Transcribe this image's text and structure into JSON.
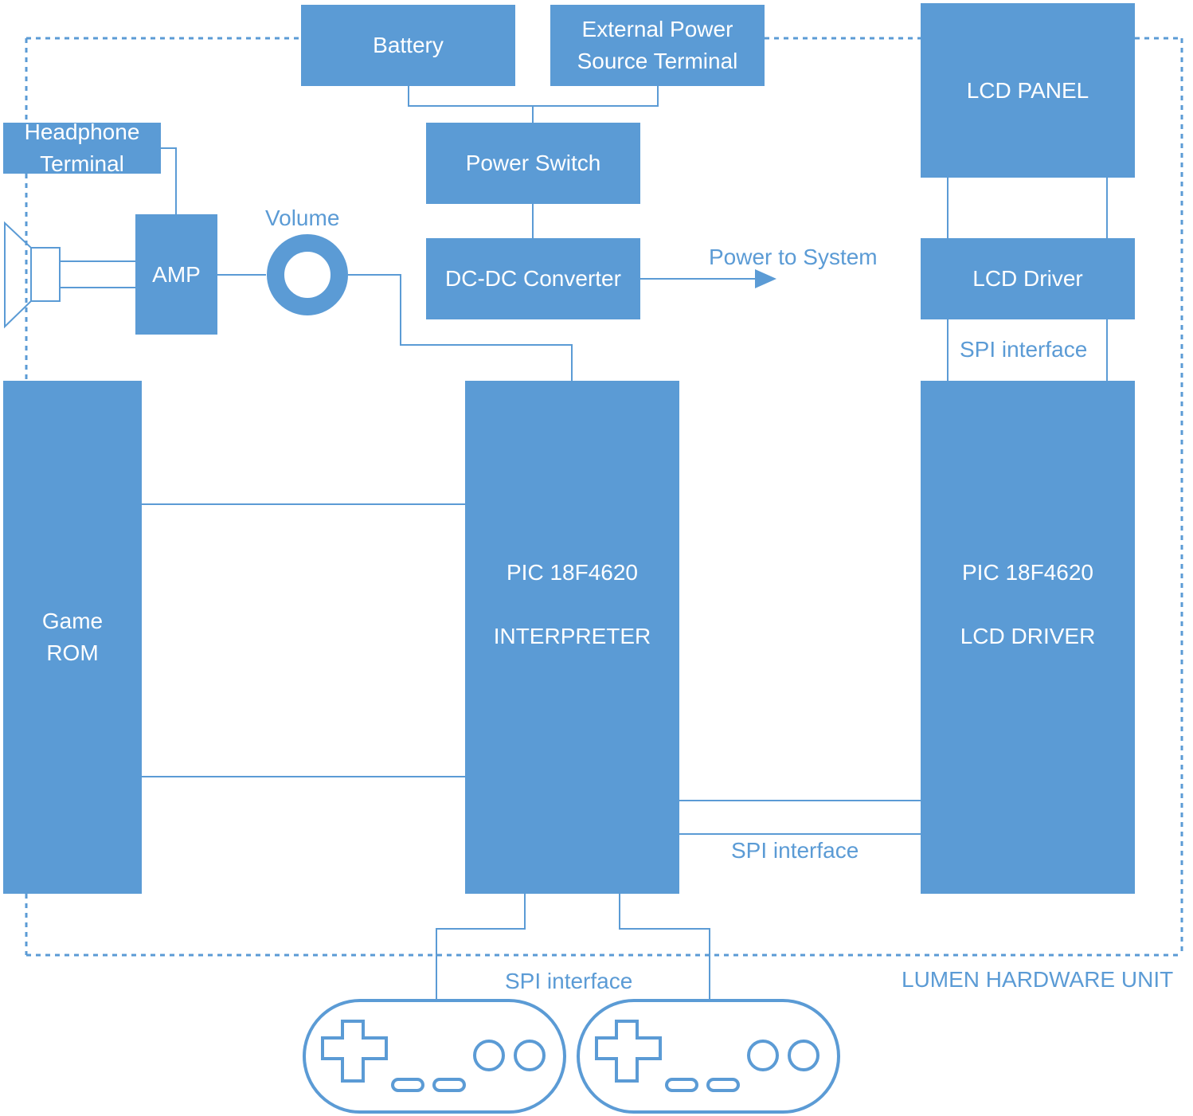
{
  "colors": {
    "block_fill": "#5b9bd5",
    "line": "#5b9bd5",
    "label_text": "#5b9bd5",
    "block_text": "#ffffff"
  },
  "blocks": {
    "battery": "Battery",
    "external_power_line1": "External Power",
    "external_power_line2": "Source Terminal",
    "lcd_panel": "LCD PANEL",
    "headphone_line1": "Headphone",
    "headphone_line2": "Terminal",
    "power_switch": "Power Switch",
    "amp": "AMP",
    "dc_dc_converter": "DC-DC Converter",
    "lcd_driver": "LCD Driver",
    "game_rom_line1": "Game",
    "game_rom_line2": "ROM",
    "interpreter_line1": "PIC 18F4620",
    "interpreter_line2": "INTERPRETER",
    "lcd_driver_chip_line1": "PIC 18F4620",
    "lcd_driver_chip_line2": "LCD DRIVER"
  },
  "labels": {
    "volume": "Volume",
    "power_to_system": "Power to System",
    "spi_lcd": "SPI interface",
    "spi_chips": "SPI interface",
    "spi_controllers": "SPI interface",
    "unit_name": "LUMEN HARDWARE UNIT"
  },
  "icons": [
    "speaker-icon",
    "volume-knob-icon",
    "gamepad-icon",
    "gamepad-icon"
  ]
}
